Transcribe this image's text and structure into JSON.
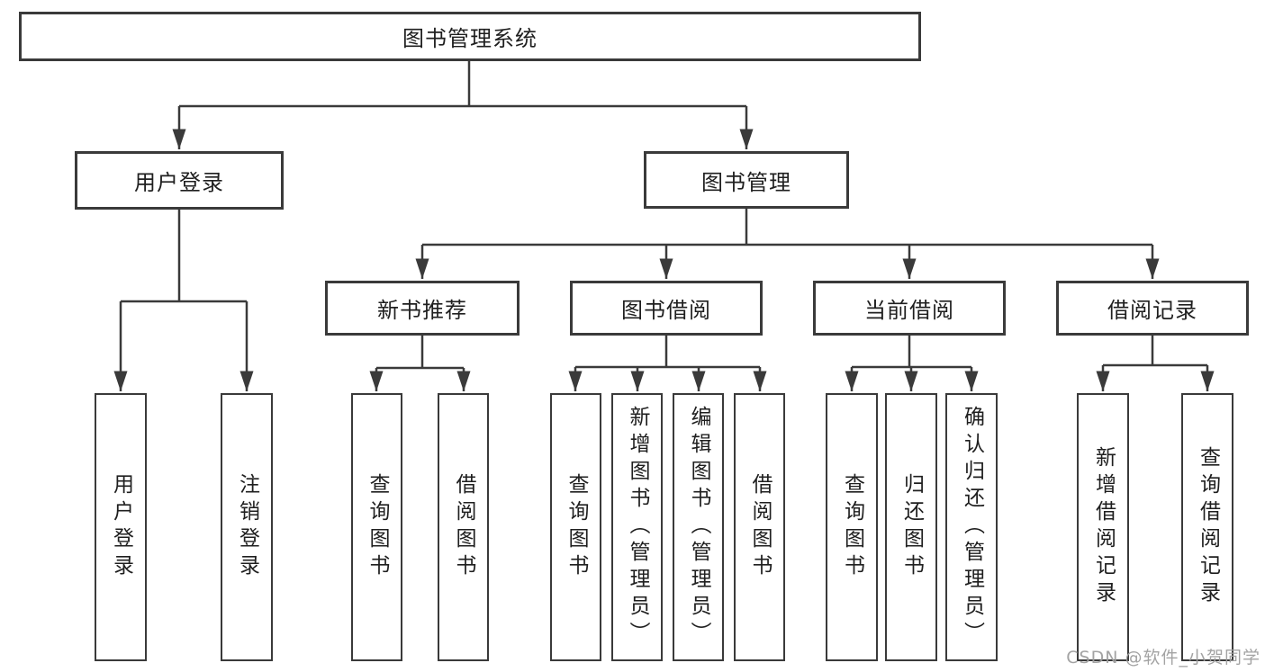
{
  "diagram": {
    "type": "hierarchy-tree",
    "title": "图书管理系统"
  },
  "colors": {
    "line": "#3a3a3a",
    "text": "#1f1f1f",
    "background": "#ffffff",
    "watermark": "#9e9e9e"
  },
  "nodes": {
    "root": "图书管理系统",
    "user_login": "用户登录",
    "book_mgmt": "图书管理",
    "new_book_rec": "新书推荐",
    "book_borrow": "图书借阅",
    "current_borrow": "当前借阅",
    "borrow_record": "借阅记录",
    "ul_login": "用户登录",
    "ul_logout": "注销登录",
    "nb_query": "查询图书",
    "nb_borrow": "借阅图书",
    "bb_query": "查询图书",
    "bb_add": "新增图书（管理员）",
    "bb_edit": "编辑图书（管理员）",
    "bb_borrow": "借阅图书",
    "cb_query": "查询图书",
    "cb_return": "归还图书",
    "cb_confirm": "确认归还（管理员）",
    "br_add": "新增借阅记录",
    "br_query": "查询借阅记录"
  },
  "watermark": "CSDN @软件_小贺同学"
}
